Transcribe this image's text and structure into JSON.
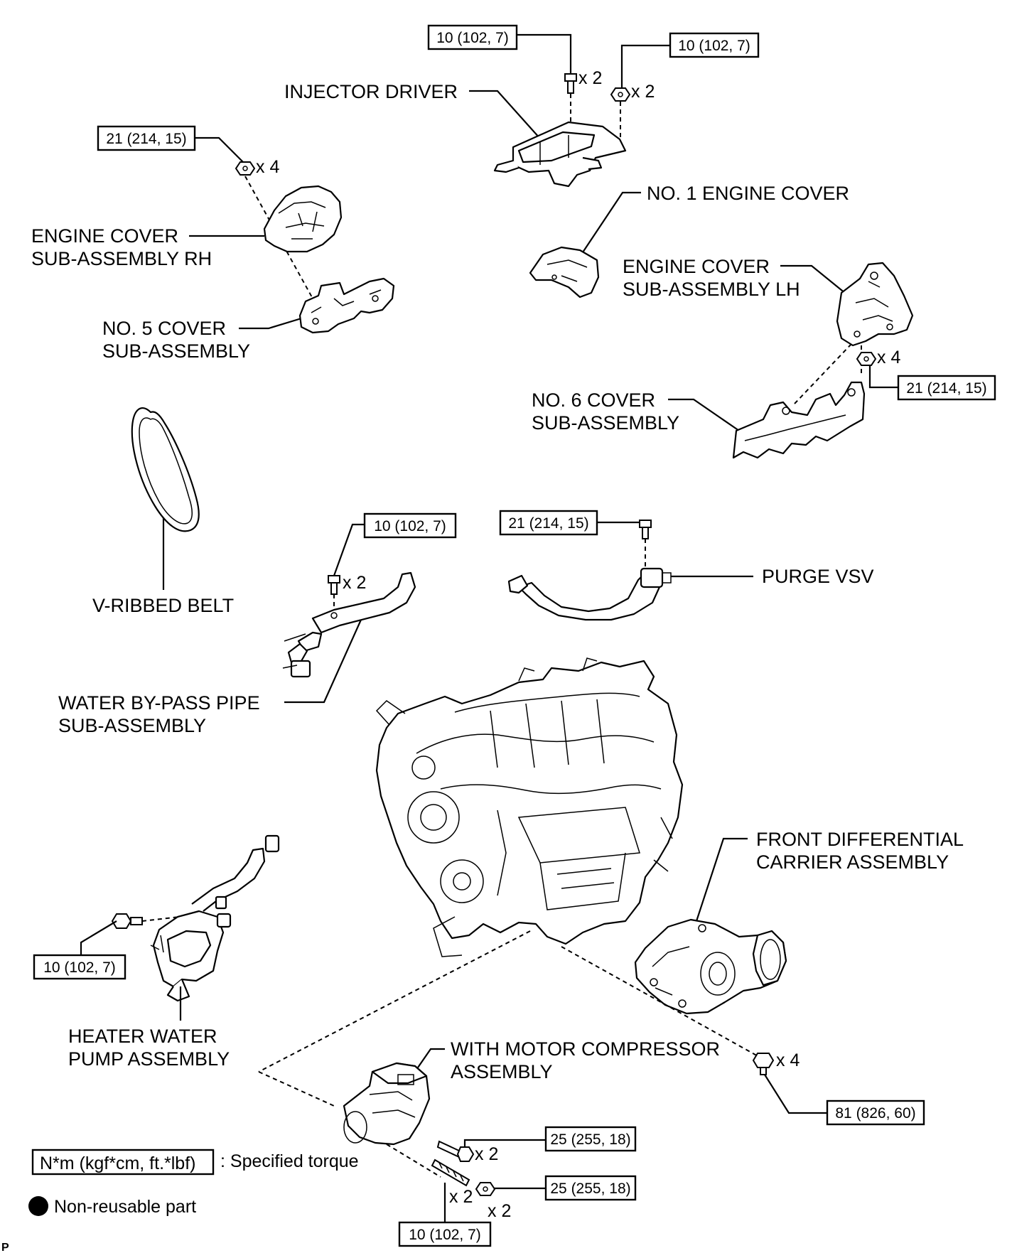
{
  "labels": {
    "injector_driver": "INJECTOR DRIVER",
    "no1_engine_cover": "NO. 1 ENGINE COVER",
    "engine_cover_rh_1": "ENGINE COVER",
    "engine_cover_rh_2": "SUB-ASSEMBLY RH",
    "engine_cover_lh_1": "ENGINE COVER",
    "engine_cover_lh_2": "SUB-ASSEMBLY LH",
    "no5_cover_1": "NO. 5 COVER",
    "no5_cover_2": "SUB-ASSEMBLY",
    "no6_cover_1": "NO. 6 COVER",
    "no6_cover_2": "SUB-ASSEMBLY",
    "v_ribbed_belt": "V-RIBBED BELT",
    "purge_vsv": "PURGE VSV",
    "water_bypass_1": "WATER BY-PASS PIPE",
    "water_bypass_2": "SUB-ASSEMBLY",
    "front_diff_1": "FRONT DIFFERENTIAL",
    "front_diff_2": "CARRIER ASSEMBLY",
    "heater_pump_1": "HEATER WATER",
    "heater_pump_2": "PUMP ASSEMBLY",
    "compressor_1": "WITH MOTOR COMPRESSOR",
    "compressor_2": "ASSEMBLY"
  },
  "torque": {
    "injector_bolt": "10 (102, 7)",
    "injector_nut": "10 (102, 7)",
    "cover_rh_nut": "21 (214, 15)",
    "cover_lh_nut": "21 (214, 15)",
    "bypass_bolt": "10 (102, 7)",
    "purge_bolt": "21 (214, 15)",
    "heater_bolt": "10 (102, 7)",
    "diff_bolt": "81 (826, 60)",
    "comp_bolt_upper": "25 (255, 18)",
    "comp_nut": "25 (255, 18)",
    "comp_stud": "10 (102, 7)"
  },
  "quantities": {
    "injector_bolt": "x 2",
    "injector_nut": "x 2",
    "cover_rh_nut": "x 4",
    "cover_lh_nut": "x 4",
    "bypass_bolt": "x 2",
    "diff_bolt": "x 4",
    "comp_bolt_upper": "x 2",
    "comp_stud": "x 2",
    "comp_nut": "x 2"
  },
  "legend": {
    "torque_format": "N*m (kgf*cm, ft.*lbf)",
    "torque_desc": ": Specified torque",
    "non_reusable": "Non-reusable part"
  },
  "corner_mark": "P"
}
